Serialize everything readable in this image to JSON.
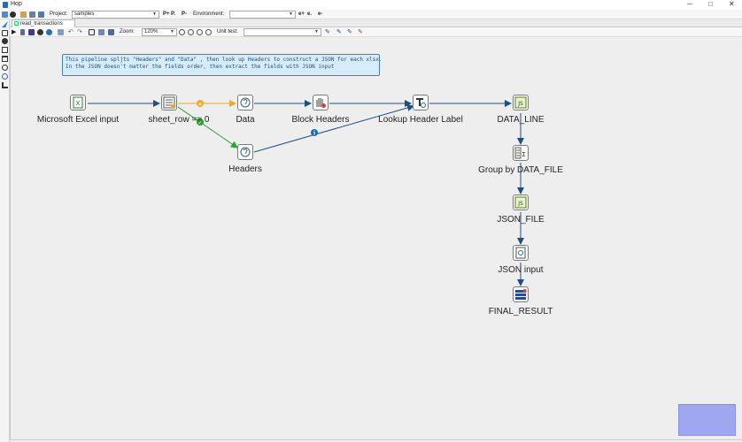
{
  "window": {
    "title": "Hop",
    "minimize": "─",
    "maximize": "□",
    "close": "✕"
  },
  "toolbar": {
    "project_label": "Project:",
    "project_value": "samples",
    "environment_label": "Environment:",
    "environment_value": ""
  },
  "tab": {
    "label": "read_transactions"
  },
  "pipeline_toolbar": {
    "zoom_label": "Zoom:",
    "zoom_value": "120%",
    "unit_test_label": "Unit test:",
    "unit_test_value": ""
  },
  "note": {
    "text": "This pipeline spljts \"Headers\" and \"Data\" , then look up Headers to construct a JSON for each xlsx.\nIn the JSON doesn't matter the fields order, then extract the fields with JSON input"
  },
  "transforms": [
    {
      "key": "excel",
      "label": "Microsoft Excel input",
      "icon": "excel-icon"
    },
    {
      "key": "sheet_row",
      "label": "sheet_row == 0",
      "icon": "filter-icon"
    },
    {
      "key": "data",
      "label": "Data",
      "icon": "script-icon"
    },
    {
      "key": "block_headers",
      "label": "Block Headers",
      "icon": "block-icon"
    },
    {
      "key": "lookup",
      "label": "Lookup Header Label",
      "icon": "lookup-icon"
    },
    {
      "key": "data_line",
      "label": "DATA_LINE",
      "icon": "js-icon"
    },
    {
      "key": "headers",
      "label": "Headers",
      "icon": "script-icon"
    },
    {
      "key": "group_by",
      "label": "Group by DATA_FILE",
      "icon": "group-by-icon"
    },
    {
      "key": "json_file",
      "label": "JSON_FILE",
      "icon": "js-icon"
    },
    {
      "key": "json_input",
      "label": "JSON input",
      "icon": "json-input-icon"
    },
    {
      "key": "final_result",
      "label": "FINAL_RESULT",
      "icon": "select-values-icon"
    }
  ],
  "colors": {
    "hop": "#1e4f80",
    "hop_false": "#f5a623",
    "hop_true": "#2ba02b",
    "info": "#1e6aa8",
    "note_bg": "#d6ecfa",
    "minimap": "#9fa7ef"
  }
}
